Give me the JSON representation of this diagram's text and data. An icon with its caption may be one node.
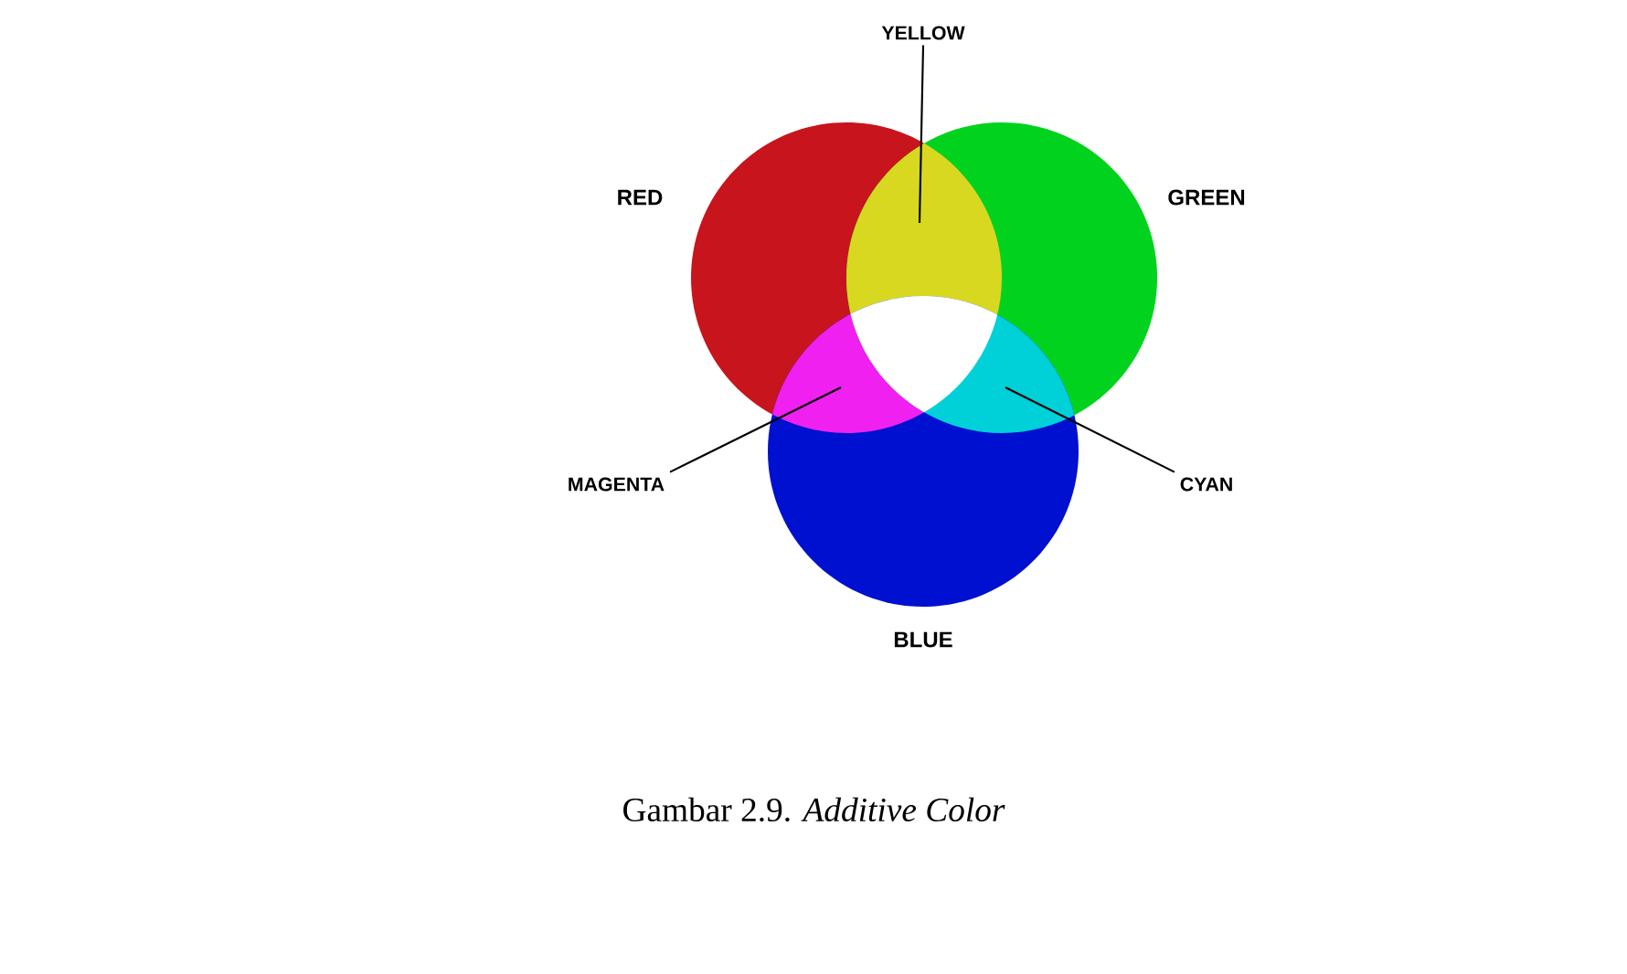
{
  "diagram": {
    "caption": "Gambar 2.9. *Additive Color*",
    "nodes": [
      {
        "text": [
          "YELLOW"
        ]
      },
      {
        "text": [
          "MAGENTA"
        ]
      },
      {
        "text": [
          "CYAN"
        ]
      }
    ],
    "edges": [
      {
        "from": 0,
        "to": null,
        "arrow": "none"
      },
      {
        "from": 1,
        "to": null,
        "arrow": "none"
      },
      {
        "from": 2,
        "to": null,
        "arrow": "none"
      }
    ],
    "labels": [
      "RED",
      "GREEN",
      "BLUE"
    ]
  }
}
